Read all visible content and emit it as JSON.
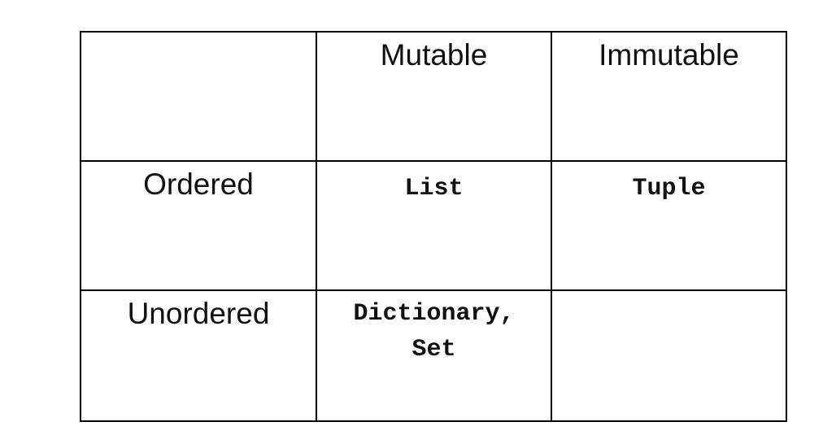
{
  "table": {
    "header": {
      "corner": "",
      "col_1": "Mutable",
      "col_2": "Immutable"
    },
    "rows": [
      {
        "label": "Ordered",
        "mutable": [
          "List"
        ],
        "immutable": "Tuple"
      },
      {
        "label": "Unordered",
        "mutable": [
          "Dictionary,",
          "Set"
        ],
        "immutable": ""
      }
    ]
  }
}
